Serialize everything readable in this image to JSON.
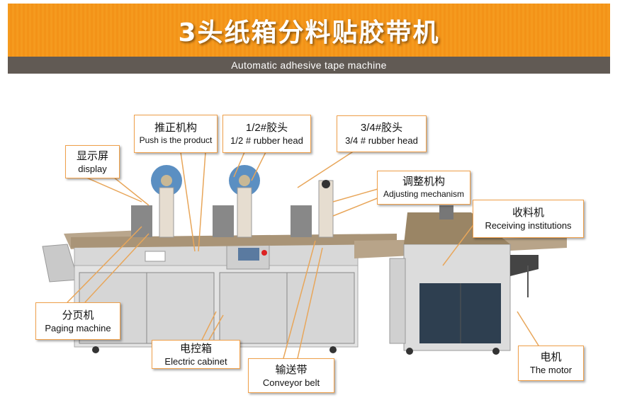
{
  "header": {
    "title": "3头纸箱分料贴胶带机",
    "subtitle": "Automatic adhesive tape machine"
  },
  "callouts": {
    "display": {
      "zh": "显示屏",
      "en": "display"
    },
    "push": {
      "zh": "推正机构",
      "en": "Push is the product"
    },
    "head12": {
      "zh": "1/2#胶头",
      "en": "1/2 # rubber head"
    },
    "head34": {
      "zh": "3/4#胶头",
      "en": "3/4 # rubber head"
    },
    "adjust": {
      "zh": "调整机构",
      "en": "Adjusting mechanism"
    },
    "receive": {
      "zh": "收料机",
      "en": "Receiving institutions"
    },
    "paging": {
      "zh": "分页机",
      "en": "Paging machine"
    },
    "cabinet": {
      "zh": "电控箱",
      "en": "Electric cabinet"
    },
    "conveyor": {
      "zh": "输送带",
      "en": "Conveyor belt"
    },
    "motor": {
      "zh": "电机",
      "en": "The motor"
    }
  },
  "colors": {
    "banner": "#f59a1e",
    "subbar": "#615a54",
    "callout_border": "#f0a04a"
  }
}
